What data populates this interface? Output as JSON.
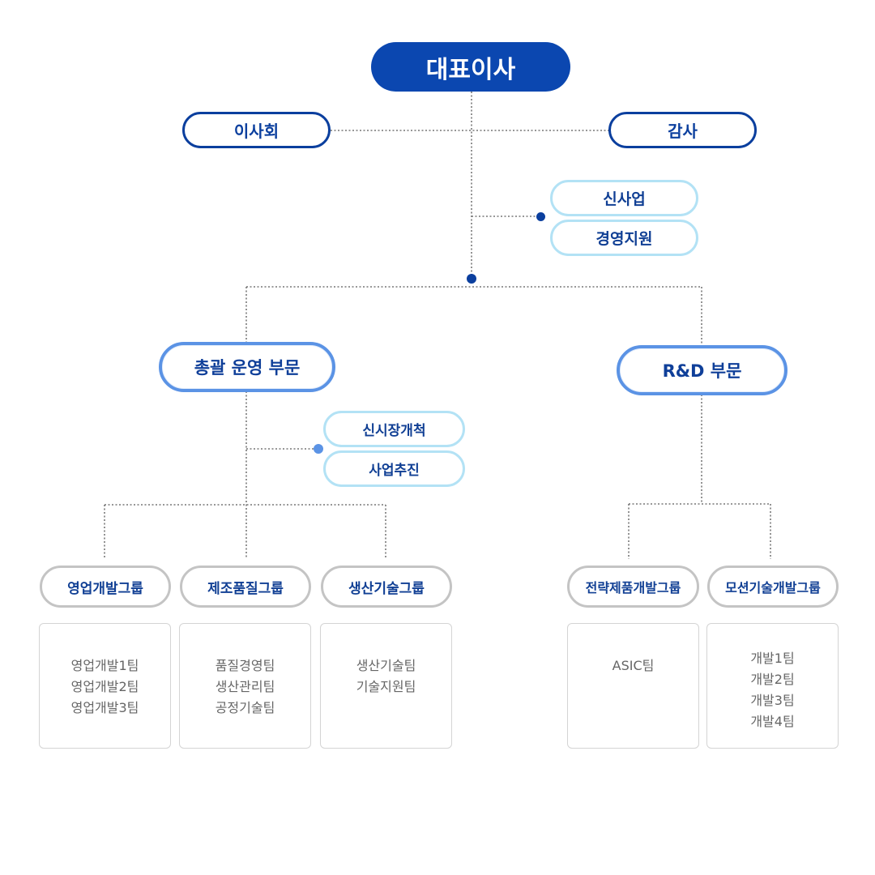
{
  "ceo": {
    "label": "대표이사"
  },
  "board": {
    "label": "이사회"
  },
  "audit": {
    "label": "감사"
  },
  "staff": {
    "items": [
      "신사업",
      "경영지원"
    ]
  },
  "ops_division": {
    "label": "총괄 운영 부문",
    "staff": [
      "신시장개척",
      "사업추진"
    ],
    "groups": [
      {
        "label": "영업개발그룹",
        "teams": [
          "영업개발1팀",
          "영업개발2팀",
          "영업개발3팀"
        ]
      },
      {
        "label": "제조품질그룹",
        "teams": [
          "품질경영팀",
          "생산관리팀",
          "공정기술팀"
        ]
      },
      {
        "label": "생산기술그룹",
        "teams": [
          "생산기술팀",
          "기술지원팀"
        ]
      }
    ]
  },
  "rd_division": {
    "label": "R&D 부문",
    "groups": [
      {
        "label": "전략제품개발그룹",
        "teams": [
          "ASIC팀"
        ]
      },
      {
        "label": "모션기술개발그룹",
        "teams": [
          "개발1팀",
          "개발2팀",
          "개발3팀",
          "개발4팀"
        ]
      }
    ]
  },
  "colors": {
    "ceo_fill": "#0b47b0",
    "navy_border": "#0b3f9e",
    "light_border": "#b3e2f5",
    "division_border": "#5b93e5",
    "group_border": "#c4c4c4",
    "team_text": "#666666",
    "connector": "#777777"
  }
}
